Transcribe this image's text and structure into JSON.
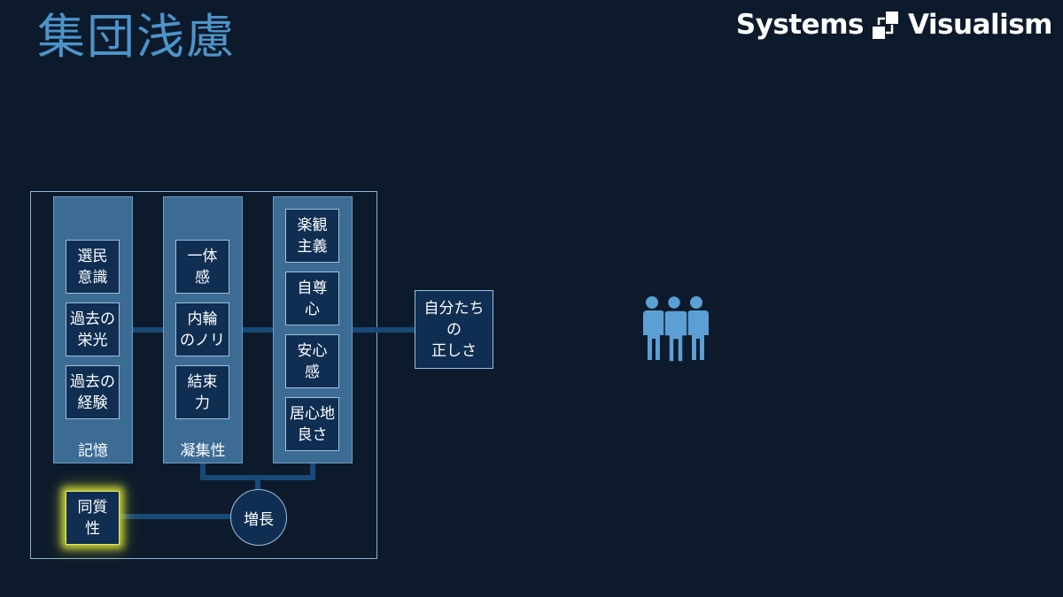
{
  "header": {
    "title": "集団浅慮",
    "logo": "Systems Visualism"
  },
  "columns": [
    {
      "label": "記憶",
      "items": [
        "選民\n意識",
        "過去の\n栄光",
        "過去の\n経験"
      ]
    },
    {
      "label": "凝集性",
      "items": [
        "一体\n感",
        "内輪\nのノリ",
        "結束\n力"
      ]
    },
    {
      "label": "",
      "items": [
        "楽観\n主義",
        "自尊\n心",
        "安心\n感",
        "居心地\n良さ"
      ]
    }
  ],
  "result": "自分たち\nの\n正しさ",
  "bottom": {
    "homogeneity": "同質\n性",
    "amplify": "増長"
  },
  "icons": {
    "people": "group-of-people-icon",
    "logo_mark": "flow-square-icon"
  },
  "colors": {
    "background": "#0c1a2b",
    "title": "#4d93c9",
    "column": "#3c6b94",
    "box": "#0f2e52",
    "highlight": "#e1e63c"
  }
}
